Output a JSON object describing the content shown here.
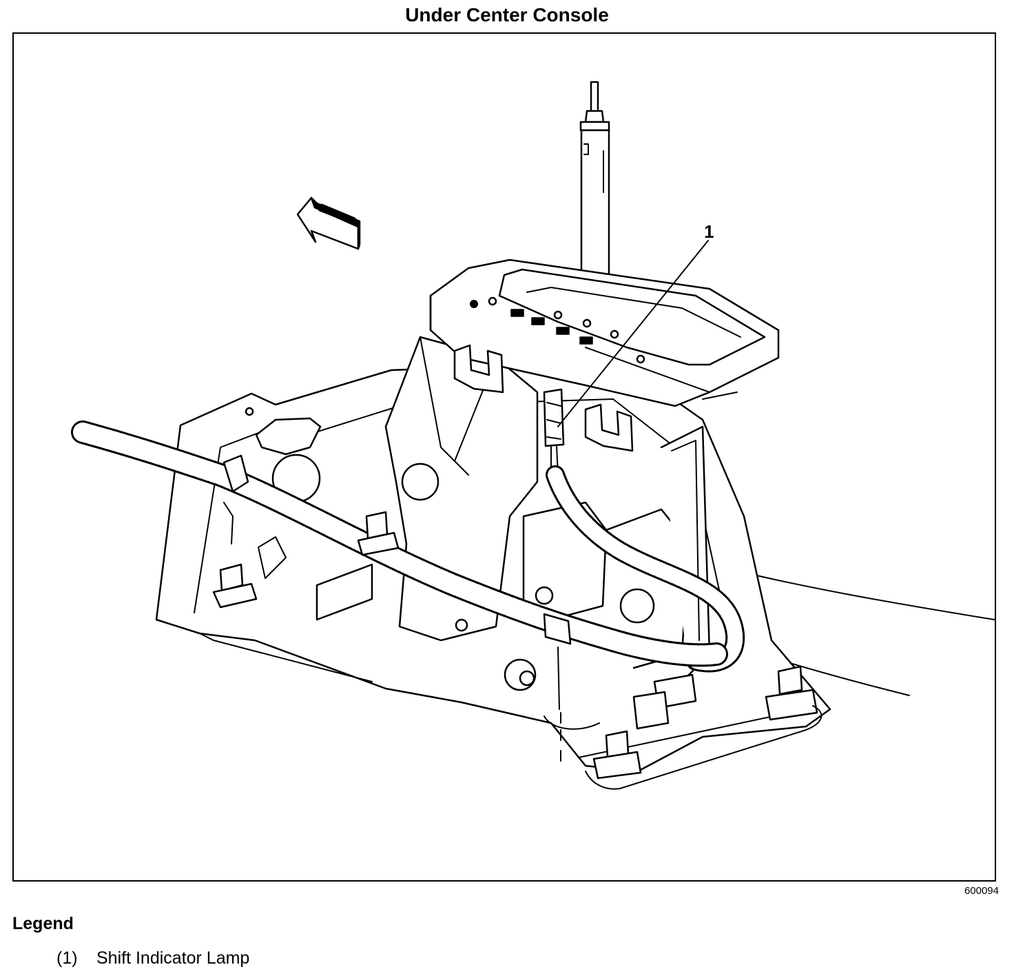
{
  "title": "Under Center Console",
  "figure_id": "600094",
  "callouts": [
    {
      "label": "1"
    }
  ],
  "legend": {
    "heading": "Legend",
    "items": [
      {
        "number": "(1)",
        "text": "Shift Indicator Lamp"
      }
    ]
  }
}
